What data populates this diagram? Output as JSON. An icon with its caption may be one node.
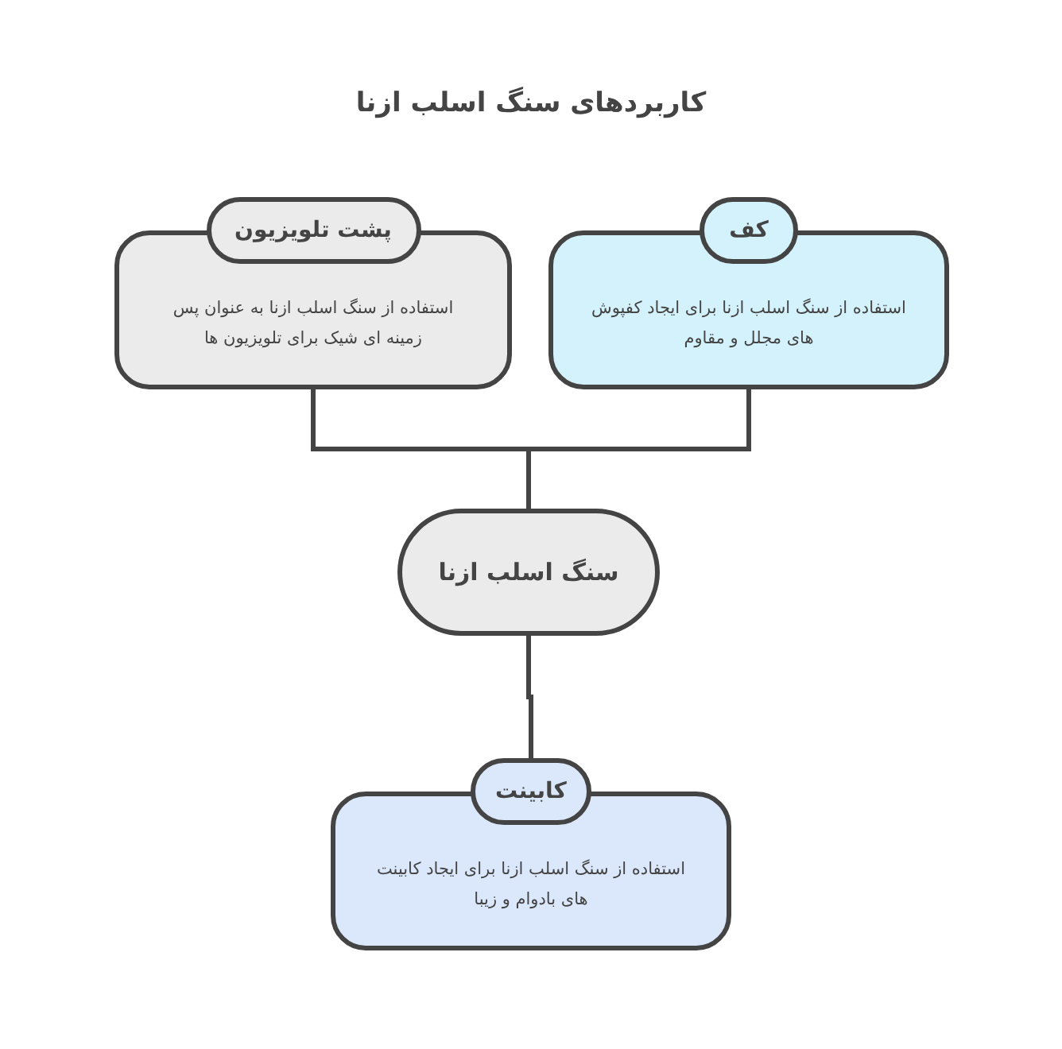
{
  "diagram": {
    "title": "کاربردهای سنگ اسلب ازنا",
    "nodes": [
      {
        "text": [
          "پشت تلویزیون",
          "استفاده از سنگ اسلب ازنا به عنوان پس زمینه ای شیک برای تلویزیون ها"
        ]
      },
      {
        "text": [
          "کف",
          "استفاده از سنگ اسلب ازنا برای ایجاد کفپوش های مجلل و مقاوم"
        ]
      },
      {
        "text": [
          "سنگ اسلب ازنا"
        ]
      },
      {
        "text": [
          "کابینت",
          "استفاده از سنگ اسلب ازنا برای ایجاد کابینت های بادوام و زیبا"
        ]
      }
    ],
    "edges": [
      {
        "from": 2,
        "to": 0,
        "arrow": "none"
      },
      {
        "from": 2,
        "to": 1,
        "arrow": "none"
      },
      {
        "from": 2,
        "to": 3,
        "arrow": "none"
      }
    ]
  }
}
